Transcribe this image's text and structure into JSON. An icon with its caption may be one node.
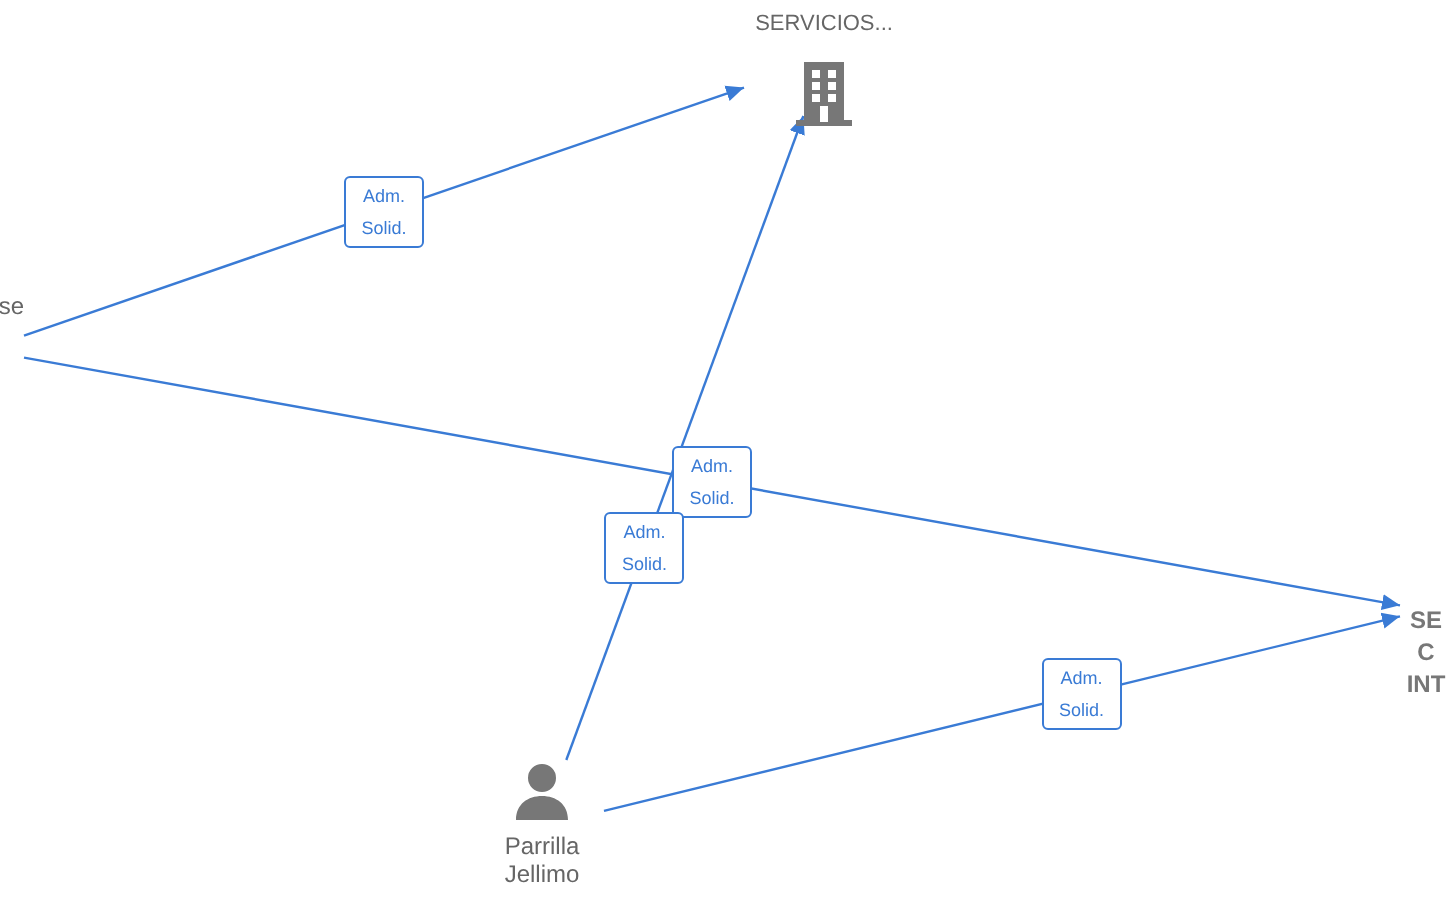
{
  "diagram": {
    "nodes": [
      {
        "text": [
          "SERVICIOS..."
        ]
      },
      {
        "text": [
          "se"
        ]
      },
      {
        "text": [
          "SE C INT"
        ]
      },
      {
        "text": [
          "Parrilla Jellimo"
        ]
      }
    ],
    "edges": [
      {
        "from": 1,
        "to": 0,
        "arrow": "to",
        "label": "Adm. Solid."
      },
      {
        "from": 1,
        "to": 2,
        "arrow": "to",
        "label": "Adm. Solid."
      },
      {
        "from": 3,
        "to": 0,
        "arrow": "to",
        "label": "Adm. Solid."
      },
      {
        "from": 3,
        "to": 2,
        "arrow": "to",
        "label": "Adm. Solid."
      }
    ]
  }
}
